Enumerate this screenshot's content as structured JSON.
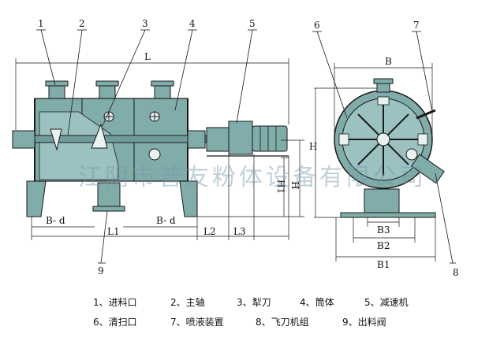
{
  "colors": {
    "body": "#80acaa",
    "body_dark": "#4f7f7e",
    "line": "#1a1a1a",
    "watermark": "#7896aa"
  },
  "callouts": [
    "1",
    "2",
    "3",
    "4",
    "5",
    "6",
    "7",
    "8",
    "9"
  ],
  "dimensions": {
    "L": "L",
    "L1": "L1",
    "L2": "L2",
    "L3": "L3",
    "B_d_left": "B- d",
    "B_d_right": "B- d",
    "H": "H",
    "H1": "H1",
    "B": "B",
    "B1": "B1",
    "B2": "B2",
    "B3": "B3"
  },
  "watermark": "江阴市普友粉体设备有限公司",
  "legend": {
    "rows": [
      [
        {
          "text": "1、进料口"
        },
        {
          "text": "2、主轴"
        },
        {
          "text": "3、犁刀"
        },
        {
          "text": "4、筒体"
        },
        {
          "text": "5、减速机"
        }
      ],
      [
        {
          "text": "6、清扫口"
        },
        {
          "text": "7、喷液装置"
        },
        {
          "text": "8、飞刀机组"
        },
        {
          "text": "9、出料阀"
        }
      ]
    ]
  }
}
